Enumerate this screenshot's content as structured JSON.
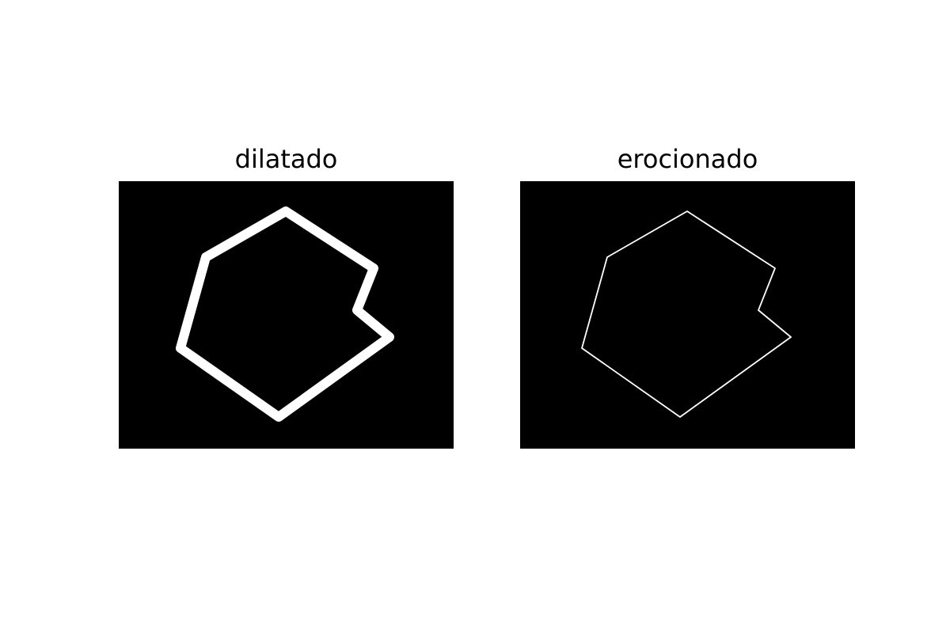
{
  "figure": {
    "background": "#ffffff",
    "panels": [
      {
        "title": "dilatado",
        "image": {
          "background": "#000000",
          "outline_color": "#ffffff",
          "description_shape": "polygon-outline-thick"
        }
      },
      {
        "title": "erocionado",
        "image": {
          "background": "#000000",
          "outline_color": "#ffffff",
          "description_shape": "polygon-outline-thin"
        }
      }
    ]
  }
}
